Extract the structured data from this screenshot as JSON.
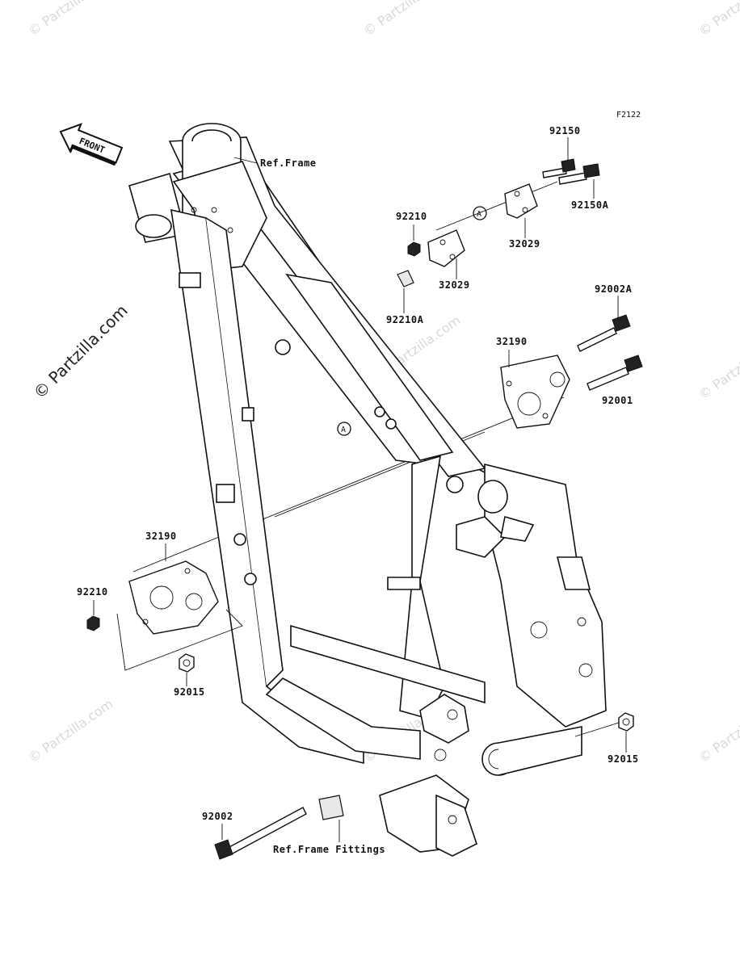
{
  "diagram_code": "F2122",
  "front_label": "FRONT",
  "references": {
    "frame": "Ref.Frame",
    "frame_fittings": "Ref.Frame Fittings"
  },
  "callout_marker": "A",
  "parts": {
    "p92150": "92150",
    "p92150A": "92150A",
    "p92210_top": "92210",
    "p32029_a": "32029",
    "p32029_b": "32029",
    "p92210A": "92210A",
    "p92002A": "92002A",
    "p32190_top": "32190",
    "p92001": "92001",
    "p32190_left": "32190",
    "p92210_left": "92210",
    "p92015_left": "92015",
    "p92015_right": "92015",
    "p92002": "92002"
  },
  "watermarks": {
    "side": "© Partzilla.com",
    "faint": "© Partzilla.com"
  }
}
